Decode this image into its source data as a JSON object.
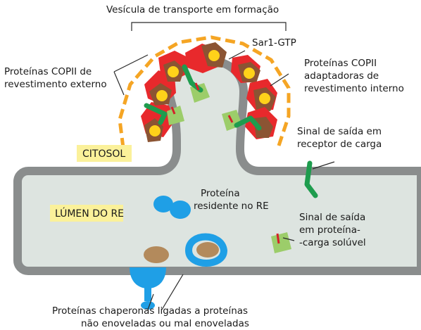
{
  "title": "Vesícula de transporte em formação",
  "labels": {
    "sar1": "Sar1-GTP",
    "copii_outer": [
      "Proteínas COPII de",
      "revestimento externo"
    ],
    "copii_inner": [
      "Proteínas COPII",
      "adaptadoras de",
      "revestimento interno"
    ],
    "exit_receptor": [
      "Sinal de saída em",
      "receptor de carga"
    ],
    "cytosol": "CITOSOL",
    "er_lumen": "LÚMEN DO RE",
    "resident": [
      "Proteína",
      "residente no RE"
    ],
    "exit_soluble": [
      "Sinal de saída",
      "em proteína-",
      "-carga solúvel"
    ],
    "chaperones": [
      "Proteínas chaperonas ligadas a proteínas",
      "não enoveladas ou mal enoveladas"
    ]
  },
  "colors": {
    "membrane": "#8a8d8d",
    "lumen": "#dde4e0",
    "copii_outer": "#f5a524",
    "sar1": "#e8292c",
    "inner_coat": "#8b5433",
    "gtp": "#ffd21a",
    "receptor": "#1e9c4e",
    "cargo": "#9ccd6a",
    "signal": "#d4202a",
    "resident_protein": "#1f9fe6",
    "chaperone": "#1f9fe6",
    "misfolded": "#b38a5c",
    "label_box": "#fbf19a"
  }
}
